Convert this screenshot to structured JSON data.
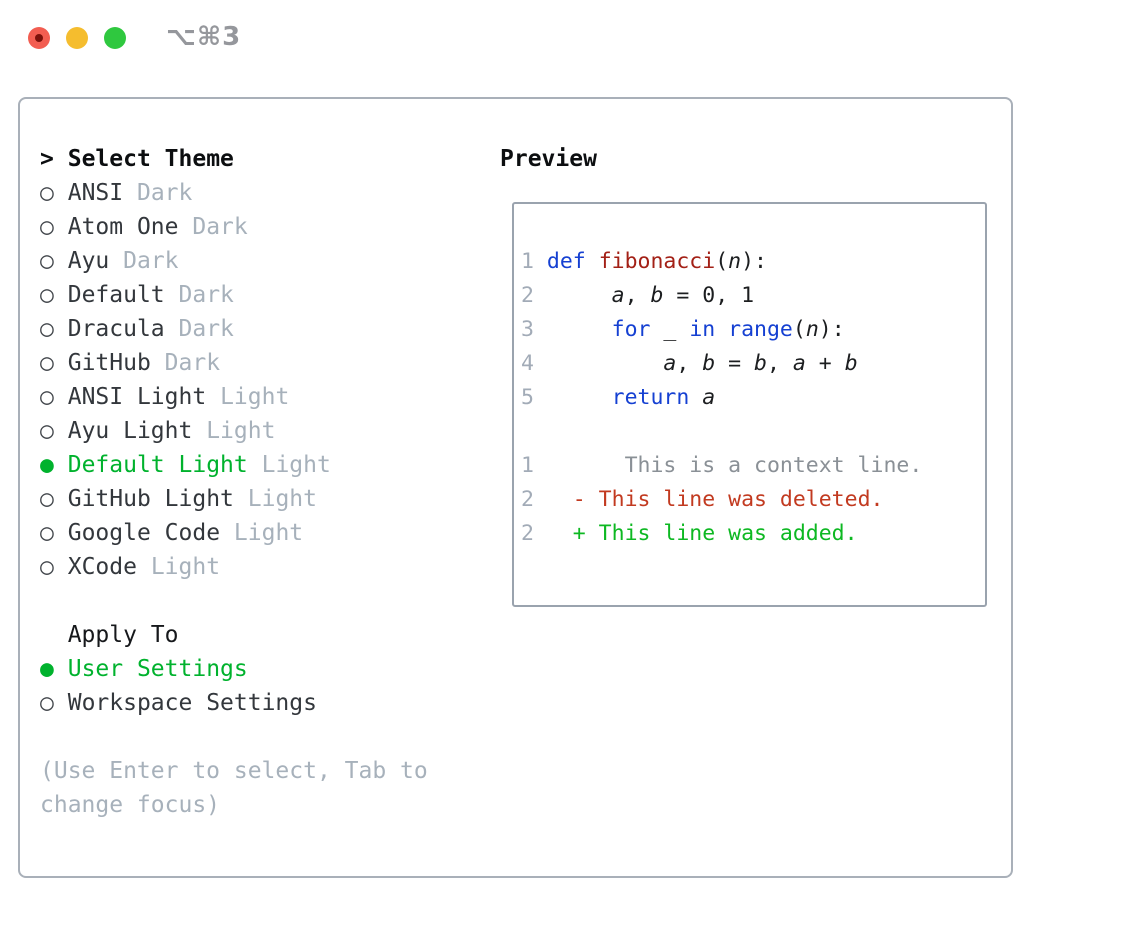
{
  "window": {
    "title": "⌥⌘3"
  },
  "titlebar": {
    "buttons": [
      {
        "name": "close",
        "color": "#f25d51"
      },
      {
        "name": "minimize",
        "color": "#f5bd2e"
      },
      {
        "name": "zoom",
        "color": "#2fc83f"
      }
    ]
  },
  "colors": {
    "accent_green": "#00b22d",
    "keyword_blue": "#1540d2",
    "function_red": "#a32016",
    "deleted_red": "#c23a20",
    "added_green": "#0db822",
    "context_gray": "#8a9096",
    "muted_gray": "#a7b1bb",
    "panel_border": "#a9b0b9"
  },
  "theme_menu": {
    "header": {
      "prefix": ">",
      "label": "Select Theme"
    },
    "marker_open": "○",
    "marker_selected": "●",
    "items": [
      {
        "name": "ANSI",
        "variant": "Dark",
        "selected": false
      },
      {
        "name": "Atom One",
        "variant": "Dark",
        "selected": false
      },
      {
        "name": "Ayu",
        "variant": "Dark",
        "selected": false
      },
      {
        "name": "Default",
        "variant": "Dark",
        "selected": false
      },
      {
        "name": "Dracula",
        "variant": "Dark",
        "selected": false
      },
      {
        "name": "GitHub",
        "variant": "Dark",
        "selected": false
      },
      {
        "name": "ANSI Light",
        "variant": "Light",
        "selected": false
      },
      {
        "name": "Ayu Light",
        "variant": "Light",
        "selected": false
      },
      {
        "name": "Default Light",
        "variant": "Light",
        "selected": true
      },
      {
        "name": "GitHub Light",
        "variant": "Light",
        "selected": false
      },
      {
        "name": "Google Code",
        "variant": "Light",
        "selected": false
      },
      {
        "name": "XCode",
        "variant": "Light",
        "selected": false
      }
    ]
  },
  "apply_to": {
    "header": "Apply To",
    "options": [
      {
        "label": "User Settings",
        "selected": true
      },
      {
        "label": "Workspace Settings",
        "selected": false
      }
    ]
  },
  "help_lines": [
    "(Use Enter to select, Tab to",
    "change focus)"
  ],
  "preview": {
    "title": "Preview",
    "lines": [
      {
        "kind": "code",
        "tokens": [
          [
            "1 ",
            "ln"
          ],
          [
            "def",
            "kw"
          ],
          [
            " ",
            "pl"
          ],
          [
            "fibonacci",
            "fn"
          ],
          [
            "(",
            "pl"
          ],
          [
            "n",
            "var"
          ],
          [
            "):",
            "pl"
          ]
        ]
      },
      {
        "kind": "code",
        "tokens": [
          [
            "2",
            "ln"
          ],
          [
            "      ",
            "pl"
          ],
          [
            "a",
            "var"
          ],
          [
            ", ",
            "pl"
          ],
          [
            "b",
            "var"
          ],
          [
            " = 0, 1",
            "pl"
          ]
        ]
      },
      {
        "kind": "code",
        "tokens": [
          [
            "3",
            "ln"
          ],
          [
            "      ",
            "pl"
          ],
          [
            "for",
            "kw"
          ],
          [
            " _ ",
            "pl"
          ],
          [
            "in",
            "kw"
          ],
          [
            " ",
            "pl"
          ],
          [
            "range",
            "kw"
          ],
          [
            "(",
            "pl"
          ],
          [
            "n",
            "var"
          ],
          [
            "):",
            "pl"
          ]
        ]
      },
      {
        "kind": "code",
        "tokens": [
          [
            "4",
            "ln"
          ],
          [
            "          ",
            "pl"
          ],
          [
            "a",
            "var"
          ],
          [
            ", ",
            "pl"
          ],
          [
            "b",
            "var"
          ],
          [
            " = ",
            "pl"
          ],
          [
            "b",
            "var"
          ],
          [
            ", ",
            "pl"
          ],
          [
            "a",
            "var"
          ],
          [
            " + ",
            "pl"
          ],
          [
            "b",
            "var"
          ]
        ]
      },
      {
        "kind": "code",
        "tokens": [
          [
            "5",
            "ln"
          ],
          [
            "      ",
            "pl"
          ],
          [
            "return",
            "kw"
          ],
          [
            " ",
            "pl"
          ],
          [
            "a",
            "var"
          ]
        ]
      },
      {
        "kind": "blank",
        "tokens": []
      },
      {
        "kind": "diff-context",
        "tokens": [
          [
            "1",
            "ln"
          ],
          [
            "       ",
            "pl"
          ],
          [
            "This is a context line.",
            "ctx"
          ]
        ]
      },
      {
        "kind": "diff-deleted",
        "tokens": [
          [
            "2",
            "ln"
          ],
          [
            "   ",
            "pl"
          ],
          [
            "- This line was deleted.",
            "del"
          ]
        ]
      },
      {
        "kind": "diff-added",
        "tokens": [
          [
            "2",
            "ln"
          ],
          [
            "   ",
            "pl"
          ],
          [
            "+ This line was added.",
            "add"
          ]
        ]
      }
    ]
  }
}
